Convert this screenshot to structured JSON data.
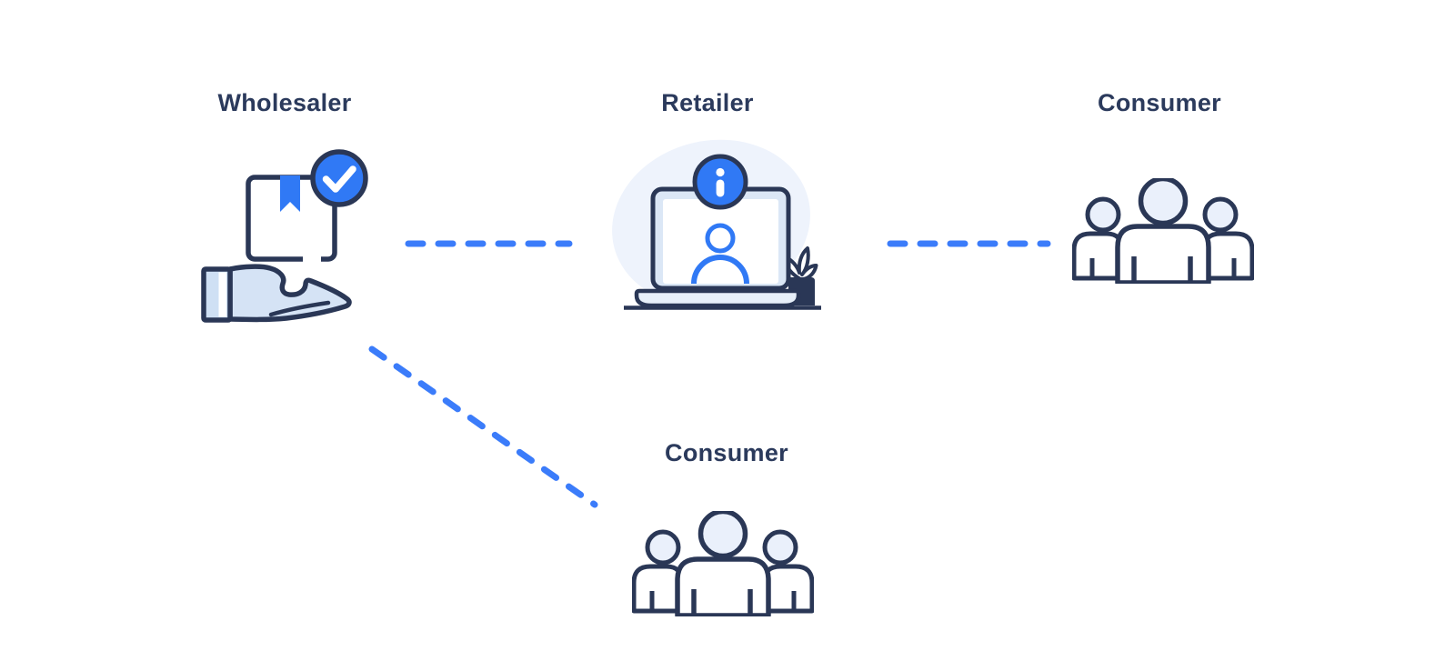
{
  "diagram": {
    "nodes": [
      {
        "id": "wholesaler",
        "label": "Wholesaler",
        "icon": "package-in-hand-icon"
      },
      {
        "id": "retailer",
        "label": "Retailer",
        "icon": "laptop-info-icon"
      },
      {
        "id": "consumer-right",
        "label": "Consumer",
        "icon": "customers-group-icon"
      },
      {
        "id": "consumer-bottom",
        "label": "Consumer",
        "icon": "customers-group-icon"
      }
    ],
    "connectors": [
      {
        "from": "wholesaler",
        "to": "retailer",
        "style": "dashed"
      },
      {
        "from": "retailer",
        "to": "consumer-right",
        "style": "dashed"
      },
      {
        "from": "wholesaler",
        "to": "consumer-bottom",
        "style": "dashed"
      }
    ],
    "colors": {
      "accent_blue": "#3079f5",
      "dash_blue": "#3b7cfa",
      "outline_navy": "#2a3756",
      "label_navy": "#2b3a5c",
      "light_fill": "#eaf0fb",
      "hand_fill": "#d5e3f5",
      "blob_fill": "#eef3fc",
      "background": "#ffffff"
    }
  }
}
